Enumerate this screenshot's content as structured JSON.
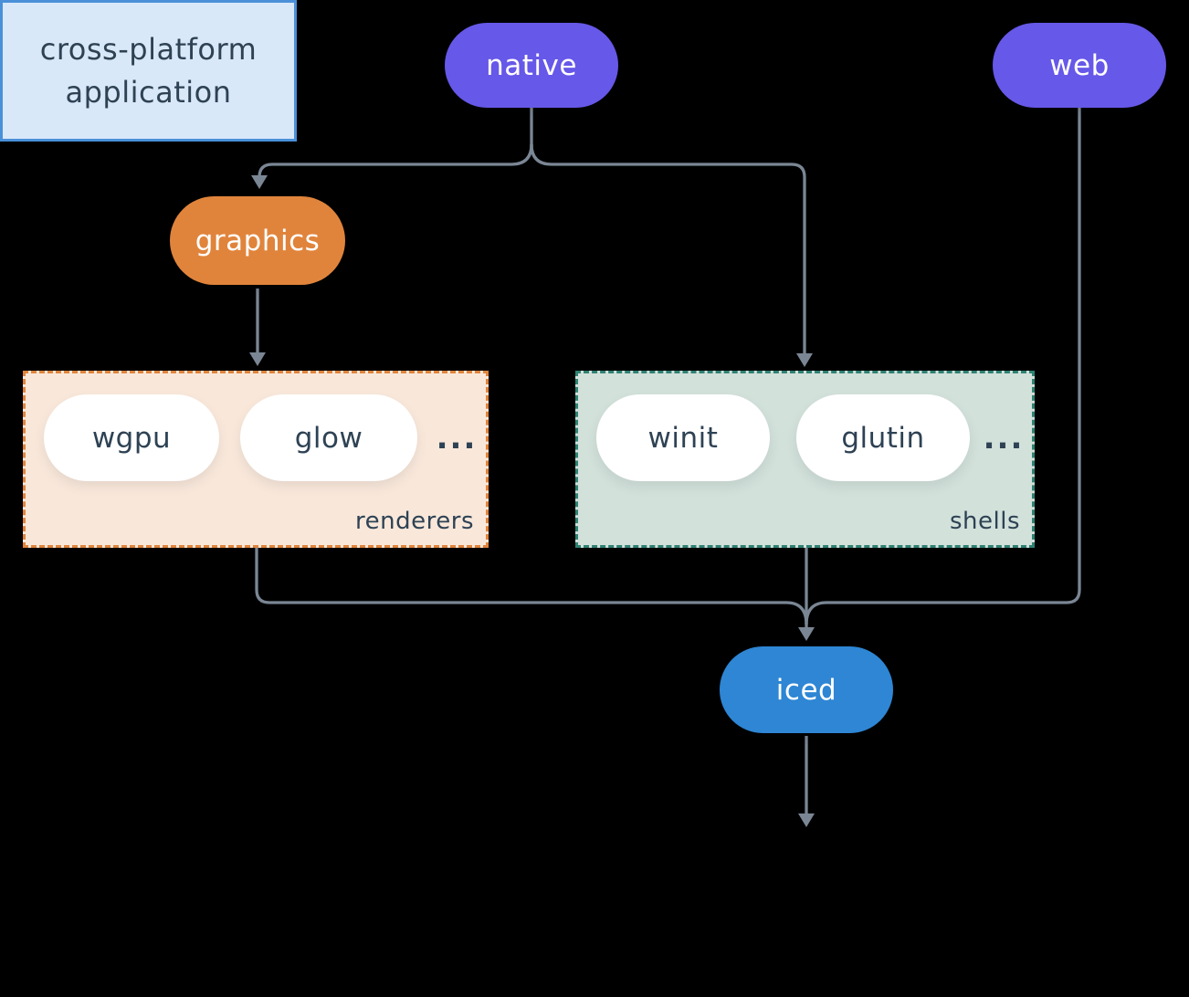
{
  "nodes": {
    "native": {
      "label": "native"
    },
    "web": {
      "label": "web"
    },
    "graphics": {
      "label": "graphics"
    },
    "iced": {
      "label": "iced"
    },
    "application": {
      "line1": "cross-platform",
      "line2": "application"
    }
  },
  "groups": {
    "renderers": {
      "label": "renderers",
      "items": [
        "wgpu",
        "glow"
      ],
      "ellipsis": "..."
    },
    "shells": {
      "label": "shells",
      "items": [
        "winit",
        "glutin"
      ],
      "ellipsis": "..."
    }
  },
  "colors": {
    "background": "#000000",
    "node_purple": "#6658e8",
    "node_orange": "#e0843c",
    "node_blue": "#2e86d4",
    "renderers_fill": "#f9e8da",
    "renderers_border": "#e0843c",
    "shells_fill": "#d2e1da",
    "shells_border": "#2f8173",
    "app_fill": "#d9e8f8",
    "app_border": "#4a90d9",
    "pill_white": "#ffffff",
    "text_dark": "#2e4254",
    "text_light": "#ffffff",
    "connector": "#7a8694"
  }
}
